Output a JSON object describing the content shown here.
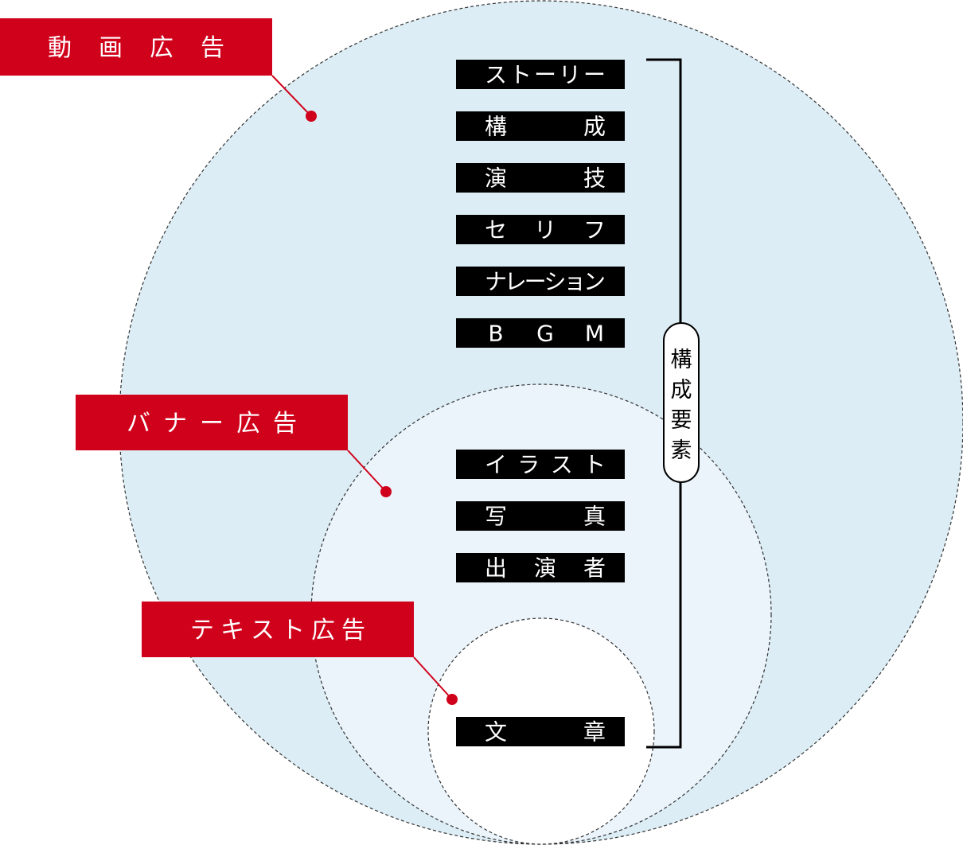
{
  "colors": {
    "outer_fill": "#dcedf5",
    "middle_fill": "#ebf4fb",
    "inner_fill": "#ffffff",
    "circle_stroke": "#333333",
    "label_red": "#d0021b",
    "label_text": "#ffffff",
    "element_bar": "#000000",
    "element_text": "#ffffff",
    "bracket": "#000000"
  },
  "ad_types": [
    {
      "id": "video",
      "label": "動画広告"
    },
    {
      "id": "banner",
      "label": "バナー広告"
    },
    {
      "id": "text",
      "label": "テキスト広告"
    }
  ],
  "elements": [
    {
      "id": "story",
      "label": "ストーリー",
      "group": "video"
    },
    {
      "id": "composition",
      "label": "構成",
      "group": "video"
    },
    {
      "id": "acting",
      "label": "演技",
      "group": "video"
    },
    {
      "id": "dialogue",
      "label": "セリフ",
      "group": "video"
    },
    {
      "id": "narration",
      "label": "ナレーション",
      "group": "video"
    },
    {
      "id": "bgm",
      "label": "BGM",
      "group": "video"
    },
    {
      "id": "illustration",
      "label": "イラスト",
      "group": "banner"
    },
    {
      "id": "photo",
      "label": "写真",
      "group": "banner"
    },
    {
      "id": "performer",
      "label": "出演者",
      "group": "banner"
    },
    {
      "id": "copy",
      "label": "文章",
      "group": "text"
    }
  ],
  "bracket_label": "構成要素"
}
